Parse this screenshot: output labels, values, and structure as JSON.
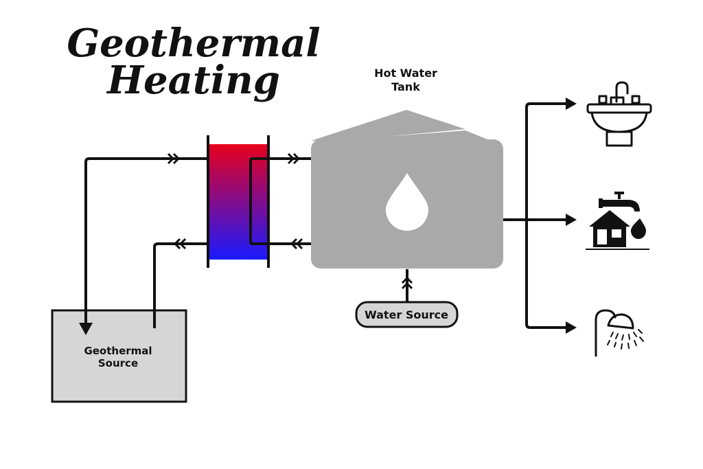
{
  "title": {
    "line1": "Geothermal",
    "line2": "Heating"
  },
  "tank": {
    "label_line1": "Hot Water",
    "label_line2": "Tank",
    "color": "#a9a9a9"
  },
  "source": {
    "label_line1": "Geothermal",
    "label_line2": "Source",
    "fill_color": "#d6d6d6"
  },
  "water_source": {
    "label": "Water Source",
    "fill_color": "#d6d6d6"
  },
  "heat_exchanger": {
    "hot_color": "#e8001c",
    "cold_color": "#1a1aff"
  },
  "outputs": [
    {
      "name": "sink",
      "icon": "sink-icon"
    },
    {
      "name": "house-faucet",
      "icon": "house-faucet-icon"
    },
    {
      "name": "shower",
      "icon": "shower-icon"
    }
  ],
  "colors": {
    "line": "#111111",
    "water_drop": "#ffffff"
  }
}
